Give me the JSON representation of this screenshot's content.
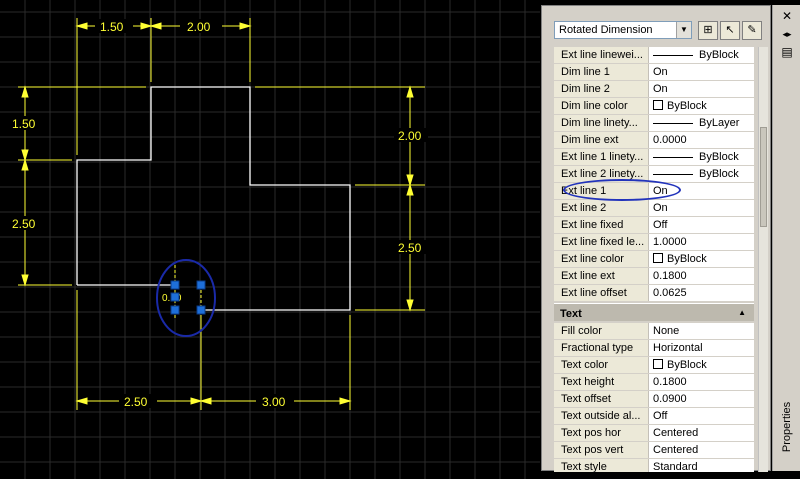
{
  "drawing": {
    "dims": {
      "top_left": "1.50",
      "top_right": "2.00",
      "left_top": "1.50",
      "left_bottom": "2.50",
      "right_top": "2.00",
      "right_bottom": "2.50",
      "bottom_left": "2.50",
      "bottom_right": "3.00",
      "selected_dim": "0.00"
    },
    "colors": {
      "dimension": "#ffff33",
      "geometry": "#ffffff",
      "grips": "#1e6fd9",
      "annotation": "#1a2aa8"
    }
  },
  "palette": {
    "object_type": "Rotated Dimension",
    "buttons": {
      "toggle_pickadd": "⊞",
      "select_objects": "↖",
      "quick_select": "✎"
    },
    "window_buttons": {
      "close": "✕",
      "autohide": "◂▸",
      "properties_menu": "▤"
    },
    "title": "Properties",
    "rows": [
      {
        "name": "Ext line linewei...",
        "value": "ByBlock",
        "kind": "line"
      },
      {
        "name": "Dim line 1",
        "value": "On",
        "kind": "text"
      },
      {
        "name": "Dim line 2",
        "value": "On",
        "kind": "text"
      },
      {
        "name": "Dim line color",
        "value": "ByBlock",
        "kind": "swatch"
      },
      {
        "name": "Dim line linety...",
        "value": "ByLayer",
        "kind": "line"
      },
      {
        "name": "Dim line ext",
        "value": "0.0000",
        "kind": "text"
      },
      {
        "name": "Ext line 1 linety...",
        "value": "ByBlock",
        "kind": "line"
      },
      {
        "name": "Ext line 2 linety...",
        "value": "ByBlock",
        "kind": "line"
      },
      {
        "name": "Ext line 1",
        "value": "On",
        "kind": "text"
      },
      {
        "name": "Ext line 2",
        "value": "On",
        "kind": "text"
      },
      {
        "name": "Ext line fixed",
        "value": "Off",
        "kind": "text"
      },
      {
        "name": "Ext line fixed le...",
        "value": "1.0000",
        "kind": "text"
      },
      {
        "name": "Ext line color",
        "value": "ByBlock",
        "kind": "swatch"
      },
      {
        "name": "Ext line ext",
        "value": "0.1800",
        "kind": "text"
      },
      {
        "name": "Ext line offset",
        "value": "0.0625",
        "kind": "text"
      }
    ],
    "section_text": {
      "label": "Text",
      "toggle": "▲"
    },
    "text_rows": [
      {
        "name": "Fill color",
        "value": "None",
        "kind": "text"
      },
      {
        "name": "Fractional type",
        "value": "Horizontal",
        "kind": "text"
      },
      {
        "name": "Text color",
        "value": "ByBlock",
        "kind": "swatch"
      },
      {
        "name": "Text height",
        "value": "0.1800",
        "kind": "text"
      },
      {
        "name": "Text offset",
        "value": "0.0900",
        "kind": "text"
      },
      {
        "name": "Text outside al...",
        "value": "Off",
        "kind": "text"
      },
      {
        "name": "Text pos hor",
        "value": "Centered",
        "kind": "text"
      },
      {
        "name": "Text pos vert",
        "value": "Centered",
        "kind": "text"
      },
      {
        "name": "Text style",
        "value": "Standard",
        "kind": "text"
      }
    ]
  }
}
